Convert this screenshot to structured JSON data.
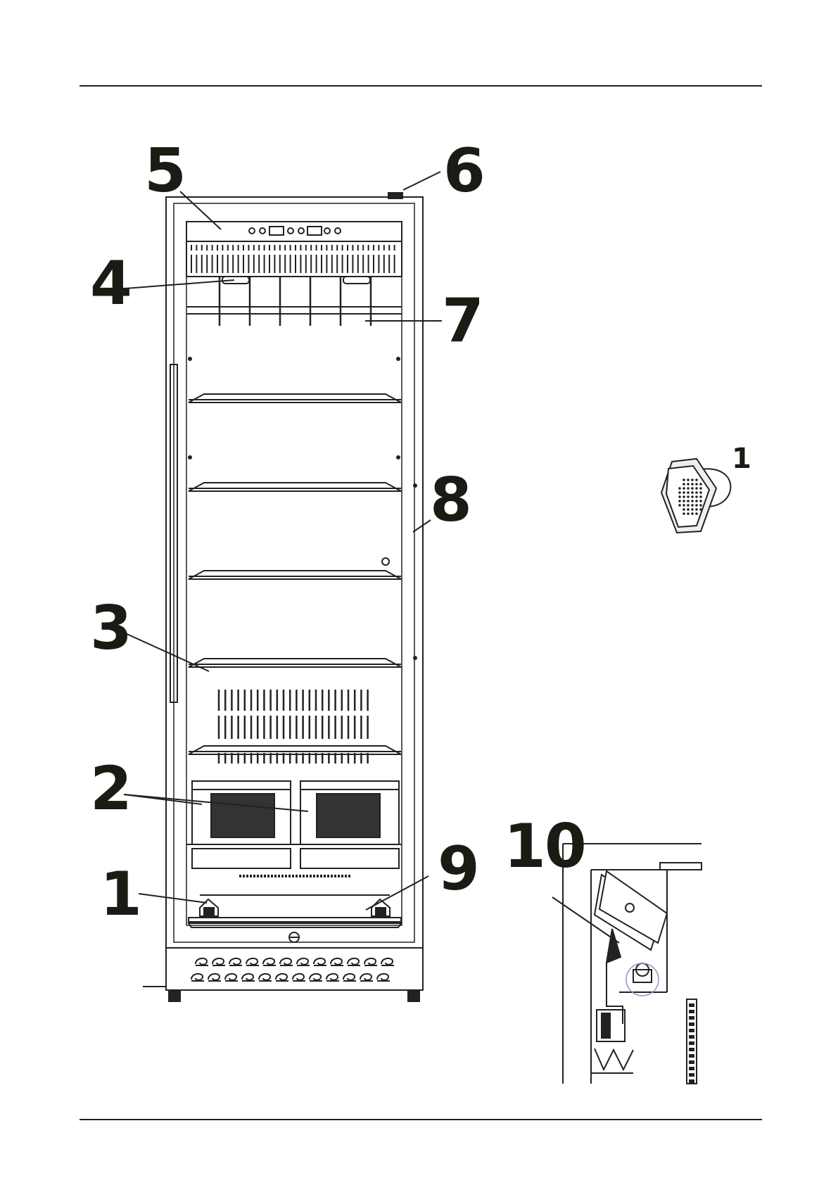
{
  "callouts": {
    "c1": "1",
    "c2": "2",
    "c3": "3",
    "c4": "4",
    "c5": "5",
    "c6": "6",
    "c7": "7",
    "c8": "8",
    "c9": "9",
    "c10": "10",
    "detail1": "1"
  },
  "colors": {
    "ink": "#1b1b14",
    "line": "#222222",
    "highlight": "#9b8fc9"
  }
}
